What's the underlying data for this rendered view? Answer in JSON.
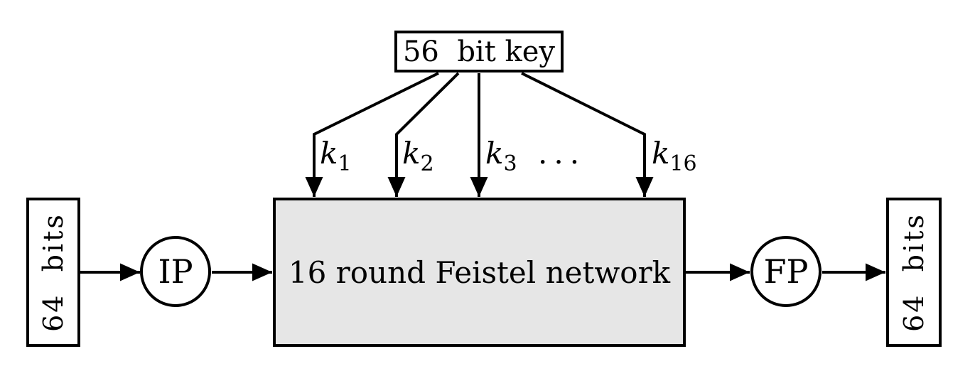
{
  "diagram": {
    "key_box": {
      "label": "56  bit key"
    },
    "subkeys": [
      {
        "var": "k",
        "sub": "1"
      },
      {
        "var": "k",
        "sub": "2"
      },
      {
        "var": "k",
        "sub": "3"
      },
      {
        "var": "k",
        "sub": "16"
      }
    ],
    "ellipsis": "...",
    "feistel_box": {
      "label": "16 round Feistel network"
    },
    "input_box": {
      "label": "64  bits"
    },
    "output_box": {
      "label": "64  bits"
    },
    "ip_node": {
      "label": "IP"
    },
    "fp_node": {
      "label": "FP"
    },
    "colors": {
      "stroke": "#000000",
      "feistel_fill": "#e6e6e6",
      "background": "#ffffff"
    }
  }
}
